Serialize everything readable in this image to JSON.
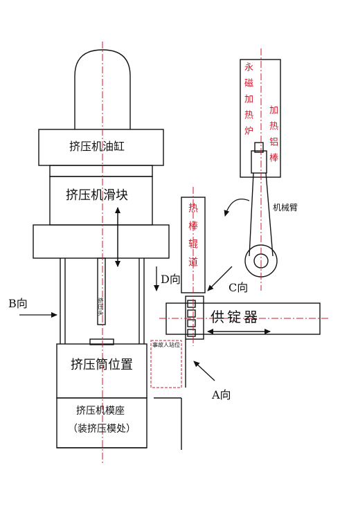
{
  "labels": {
    "cylinder": "挤压机油缸",
    "slider": "挤压机滑块",
    "ram_head": "挤压头",
    "container_position": "挤压筒位置",
    "die_seat_line1": "挤压机模座",
    "die_seat_line2": "（装挤压模处）",
    "accident_station": "事故人站位",
    "feeder": "供锭器",
    "heating_roller_channel": "热棒辊道",
    "magnetic_furnace": "永磁加热炉",
    "heating_aluminum_bar": "加热铝棒",
    "mechanical_arm": "机械臂",
    "dir_a": "A向",
    "dir_b": "B向",
    "dir_c": "C向",
    "dir_d": "D向"
  },
  "colors": {
    "line": "#111111",
    "red_text": "#d0182a",
    "dashed_red": "#d0182a",
    "centerline": "#d0182a"
  }
}
